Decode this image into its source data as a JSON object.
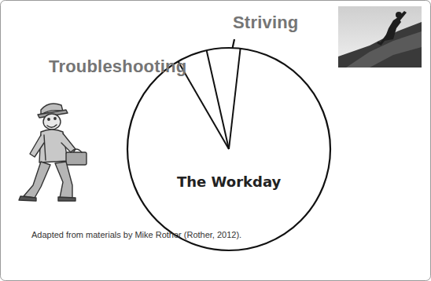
{
  "diagram": {
    "caption": "Adapted from materials by Mike Rother (Rother, 2012).",
    "nodes": [
      {
        "text": [
          "The Workday"
        ]
      }
    ],
    "labels": [
      "Troubleshooting",
      "Striving"
    ]
  }
}
